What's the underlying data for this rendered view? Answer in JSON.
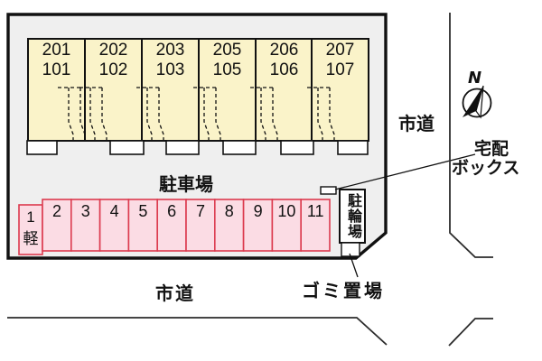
{
  "building": {
    "units": [
      {
        "upper": "201",
        "lower": "101"
      },
      {
        "upper": "202",
        "lower": "102"
      },
      {
        "upper": "203",
        "lower": "103"
      },
      {
        "upper": "205",
        "lower": "105"
      },
      {
        "upper": "206",
        "lower": "106"
      },
      {
        "upper": "207",
        "lower": "107"
      }
    ]
  },
  "parking": {
    "area_label": "駐車場",
    "spaces": [
      "1",
      "2",
      "3",
      "4",
      "5",
      "6",
      "7",
      "8",
      "9",
      "10",
      "11"
    ],
    "kei_label": "軽"
  },
  "facilities": {
    "bicycle_parking": "駐輪場",
    "delivery_box": {
      "line1": "宅配",
      "line2": "ボックス"
    },
    "garbage_area": "ゴミ置場"
  },
  "roads": {
    "right_road": "市道",
    "bottom_road": "市道"
  },
  "compass": {
    "north": "N"
  },
  "colors": {
    "property_fill": "#efefef",
    "building_fill": "#faf3c9",
    "parking_fill": "#fbdce4",
    "parking_border": "#dc3a4e",
    "line": "#111111"
  }
}
